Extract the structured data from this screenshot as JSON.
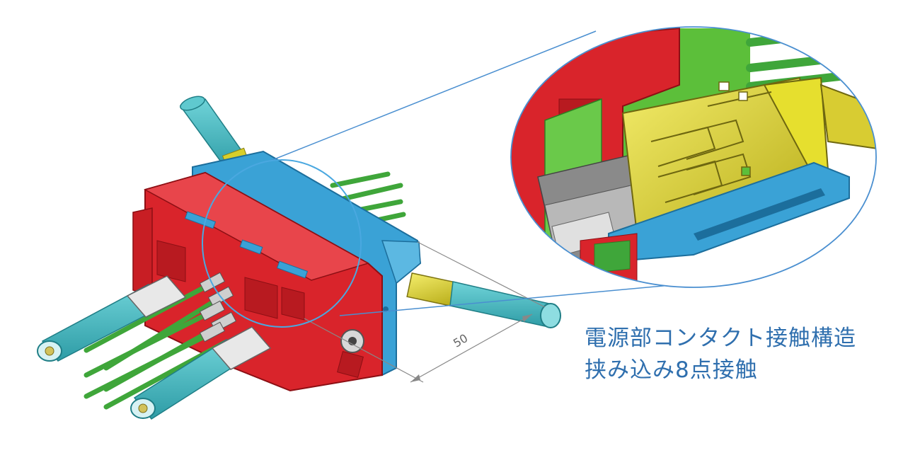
{
  "diagram": {
    "dimension_label": "50",
    "caption_line1": "電源部コンタクト接触構造",
    "caption_line2": "挟み込み8点接触"
  },
  "colors": {
    "housing_red": "#d9242b",
    "housing_blue": "#3aa2d6",
    "contact_yellow": "#e6df2e",
    "wire_green": "#3fa63a",
    "cable_teal": "#42b5bd",
    "callout_line": "#4a8fd0",
    "caption_text": "#2f6fae"
  },
  "icons": {
    "connector": "connector-assembly-icon",
    "magnifier": "detail-callout-circle"
  }
}
